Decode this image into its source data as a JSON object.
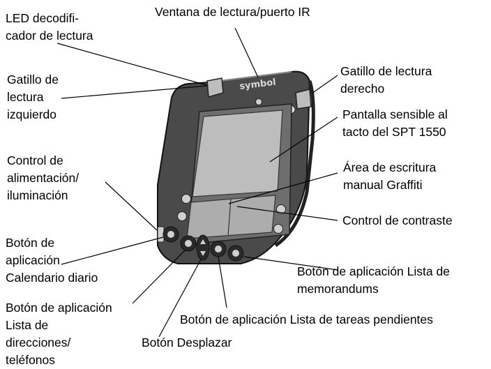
{
  "device": {
    "brand": "symbol"
  },
  "labels": {
    "led": "LED decodifi-\ncador de lectura",
    "read_window": "Ventana de lectura/puerto IR",
    "left_trigger": "Gatillo de\nlectura\nizquierdo",
    "right_trigger": "Gatillo de lectura\nderecho",
    "touch_screen": "Pantalla sensible al\ntacto del SPT 1550",
    "power": "Control de\nalimentación/\niluminación",
    "graffiti": "Área de escritura\nmanual Graffiti",
    "contrast": "Control de contraste",
    "calendar": "Botón de\naplicación\nCalendario diario",
    "memo": "Botón de aplicación Lista de\nmemorandums",
    "address": "Botón de aplicación\nLista de\ndirecciones/\nteléfonos",
    "todo": "Botón de aplicación Lista de tareas pendientes",
    "scroll": "Botón Desplazar"
  }
}
